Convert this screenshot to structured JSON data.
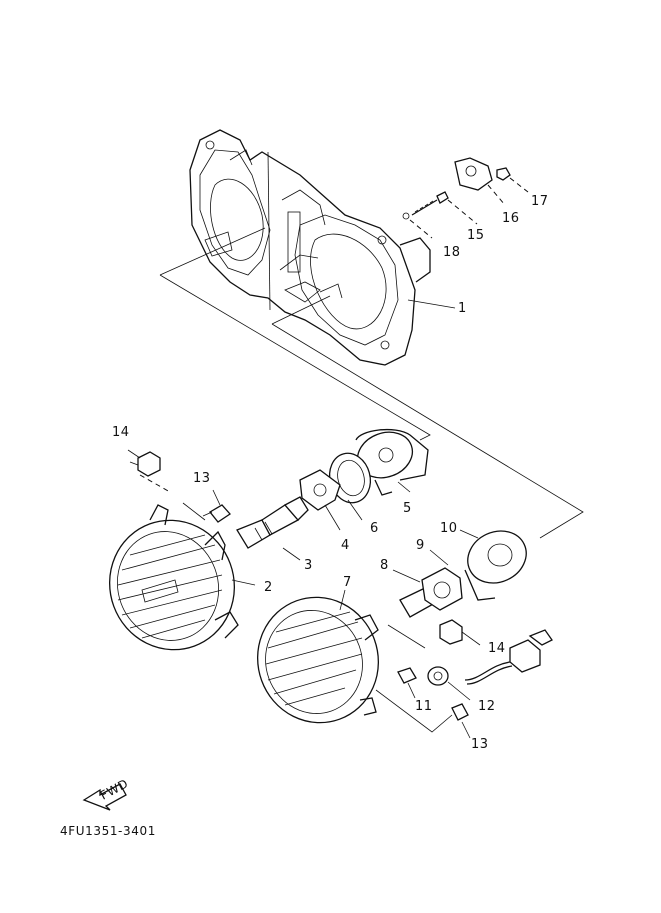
{
  "diagram": {
    "part_numbers": [
      "1",
      "2",
      "3",
      "4",
      "5",
      "6",
      "7",
      "8",
      "9",
      "10",
      "11",
      "12",
      "13",
      "13",
      "14",
      "14",
      "15",
      "16",
      "17",
      "18"
    ],
    "fwd_label": "FWD",
    "reference_code": "4FU1351-3401"
  }
}
